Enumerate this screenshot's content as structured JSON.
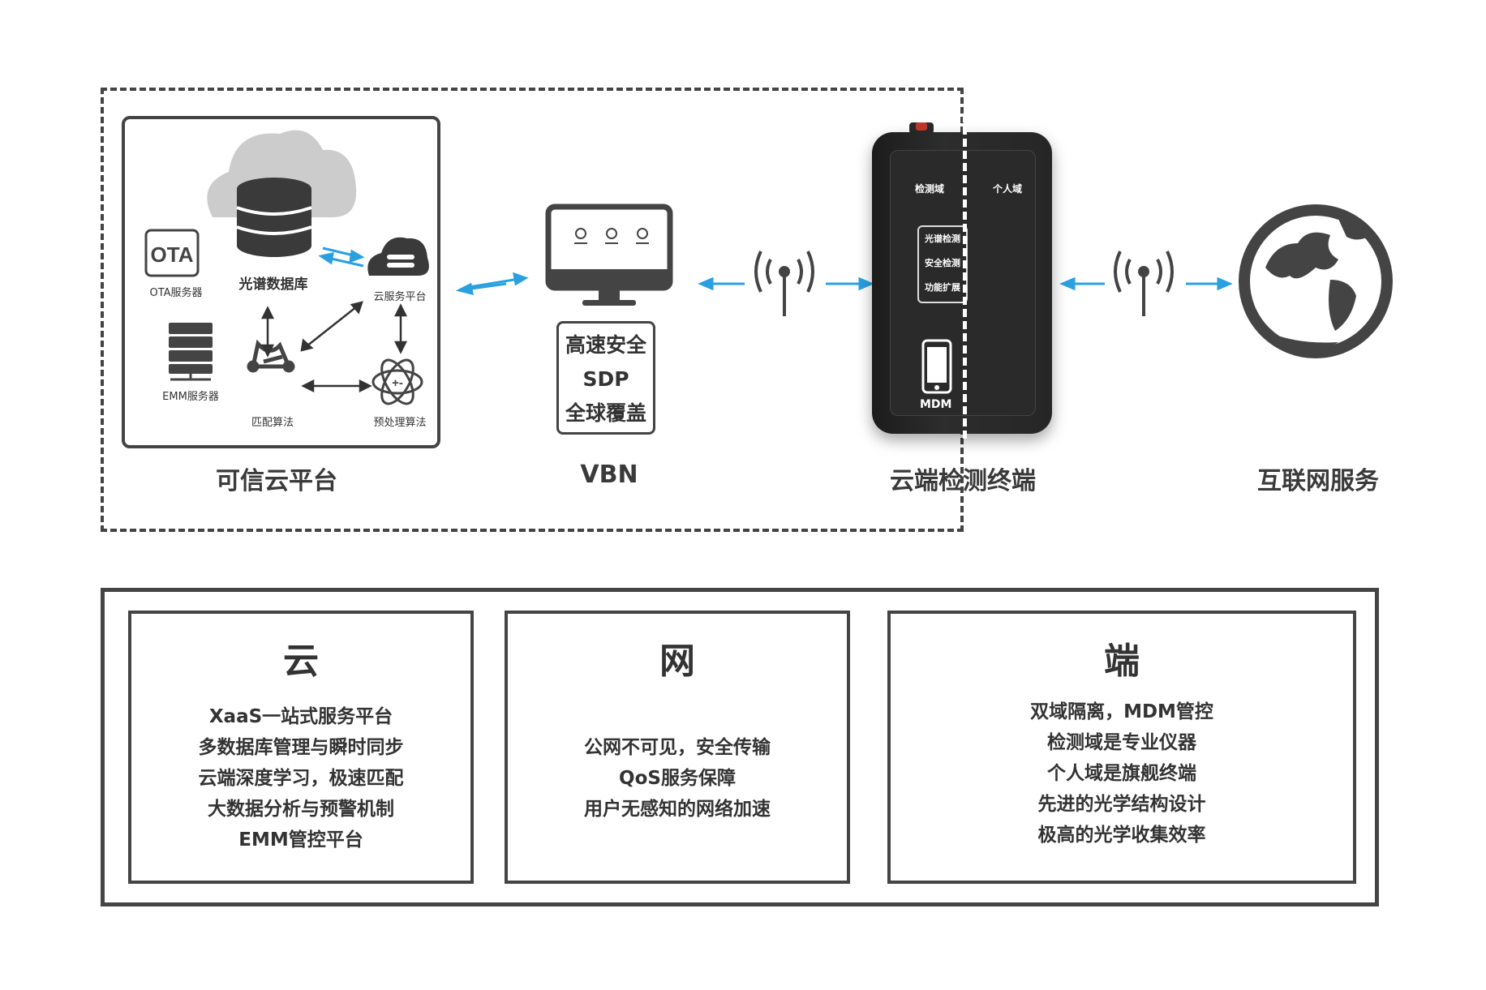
{
  "cloud_panel": {
    "ota_icon_text": "OTA",
    "ota_label": "OTA服务器",
    "db_label": "光谱数据库",
    "cloud_service_label": "云服务平台",
    "emm_label": "EMM服务器",
    "match_label": "匹配算法",
    "preprocess_label": "预处理算法",
    "atom_icon_text": "+-"
  },
  "sections": {
    "cloud": "可信云平台",
    "vbn": "VBN",
    "terminal": "云端检测终端",
    "internet": "互联网服务"
  },
  "vbn_box": [
    "高速安全",
    "SDP",
    "全球覆盖"
  ],
  "device": {
    "detect_domain": "检测域",
    "personal_domain": "个人域",
    "functions": [
      "光谱检测",
      "安全检测",
      "功能扩展"
    ],
    "mdm": "MDM"
  },
  "cards": [
    {
      "title": "云",
      "lines": [
        "XaaS一站式服务平台",
        "多数据库管理与瞬时同步",
        "云端深度学习，极速匹配",
        "大数据分析与预警机制",
        "EMM管控平台"
      ]
    },
    {
      "title": "网",
      "lines": [
        "公网不可见，安全传输",
        "QoS服务保障",
        "用户无感知的网络加速"
      ]
    },
    {
      "title": "端",
      "lines": [
        "双域隔离，MDM管控",
        "检测域是专业仪器",
        "个人域是旗舰终端",
        "先进的光学结构设计",
        "极高的光学收集效率"
      ]
    }
  ],
  "colors": {
    "arrow": "#2aa0e0",
    "line": "#444444",
    "cloud": "#cccccc"
  }
}
